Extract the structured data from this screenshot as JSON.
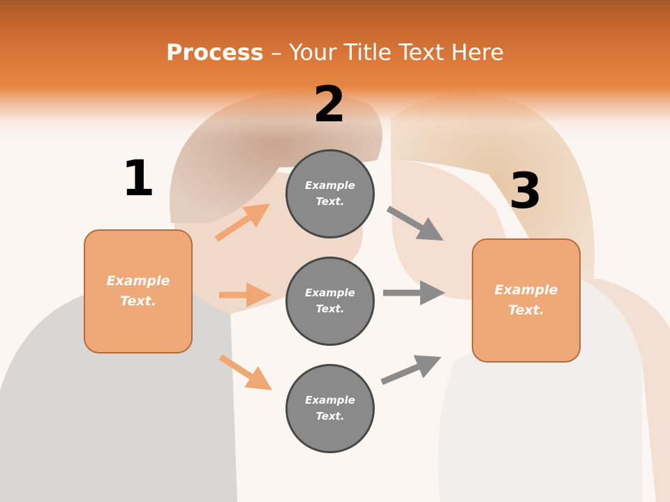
{
  "title": {
    "bold": "Process",
    "rest": " – Your Title Text Here"
  },
  "steps": {
    "step1": {
      "number": "1",
      "box_text": "Example Text."
    },
    "step2": {
      "number": "2",
      "circles": [
        {
          "text": "Example Text."
        },
        {
          "text": "Example Text."
        },
        {
          "text": "Example Text."
        }
      ]
    },
    "step3": {
      "number": "3",
      "box_text": "Example Text."
    }
  },
  "colors": {
    "header_orange": "#e07d3d",
    "box_fill": "#efa877",
    "box_border": "#b36a3d",
    "circle_fill": "#8a8a8a",
    "circle_border": "#474747",
    "arrow_orange": "#f0a774",
    "arrow_gray": "#8c8c8c"
  }
}
